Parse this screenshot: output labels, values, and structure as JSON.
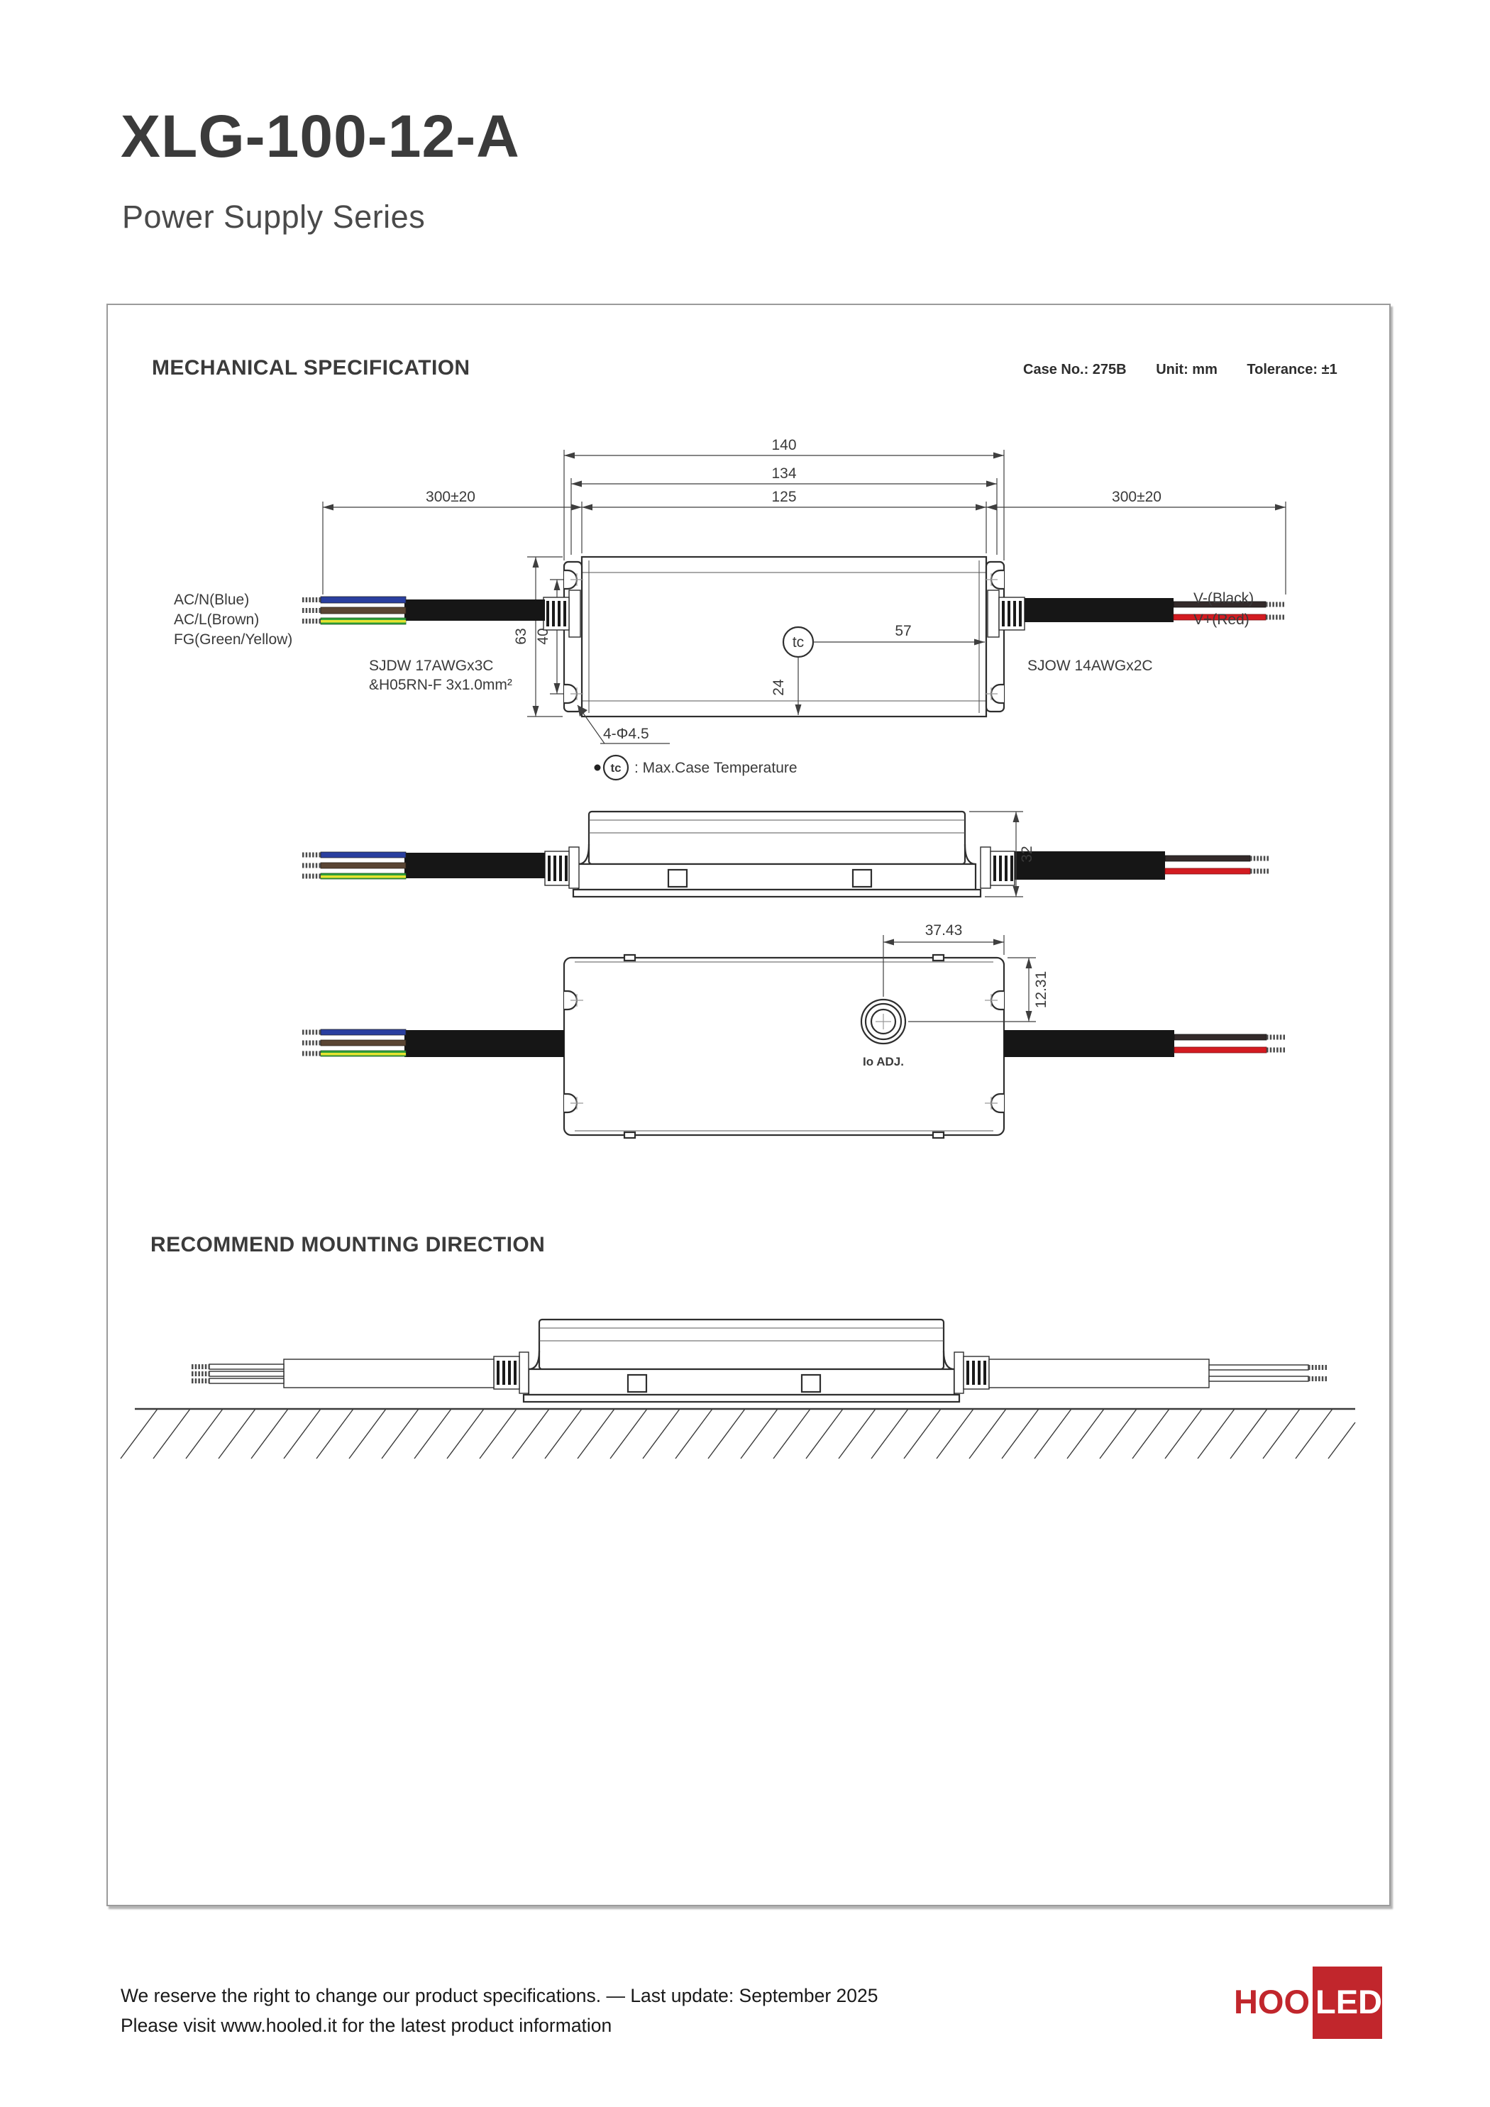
{
  "page": {
    "title": "XLG-100-12-A",
    "subtitle": "Power Supply Series"
  },
  "panel": {
    "heading": "MECHANICAL SPECIFICATION",
    "case_no": "Case No.: 275B",
    "unit": "Unit: mm",
    "tolerance": "Tolerance: ±1"
  },
  "front_view": {
    "dim_overall": "140",
    "dim_slot_span": "134",
    "dim_body": "125",
    "dim_cable_left": "300±20",
    "dim_cable_right": "300±20",
    "dim_height": "63",
    "dim_slot_height": "40",
    "dim_tc_x": "57",
    "dim_tc_y": "24",
    "dim_holes": "4-Φ4.5",
    "label_ac_n": "AC/N(Blue)",
    "label_ac_l": "AC/L(Brown)",
    "label_fg": "FG(Green/Yellow)",
    "label_input_cable_1": "SJDW 17AWGx3C",
    "label_input_cable_2": "&H05RN-F 3x1.0mm²",
    "label_output_cable": "SJOW 14AWGx2C",
    "label_v_minus": "V-(Black)",
    "label_v_plus": "V+(Red)",
    "tc_symbol": "tc",
    "tc_note": ": Max.Case Temperature"
  },
  "side_view": {
    "dim_height": "32"
  },
  "top_view": {
    "dim_adj_x": "37.43",
    "dim_adj_y": "12.31",
    "label_adj": "Io ADJ."
  },
  "mounting": {
    "heading": "RECOMMEND MOUNTING DIRECTION"
  },
  "footer": {
    "line1": "We reserve the right to change our product specifications. — Last update: September 2025",
    "line2": "Please visit www.hooled.it for the latest product information",
    "logo_text_outside": "HOO",
    "logo_text_inside": "LED"
  },
  "colors": {
    "accent_red": "#c1262c",
    "wire_blue": "#2a3f9f",
    "wire_brown": "#5a4533",
    "wire_green": "#2fa13a",
    "wire_yellow": "#e6e230",
    "wire_red": "#d31b21",
    "wire_black": "#332a2a",
    "cable_black": "#161616"
  }
}
